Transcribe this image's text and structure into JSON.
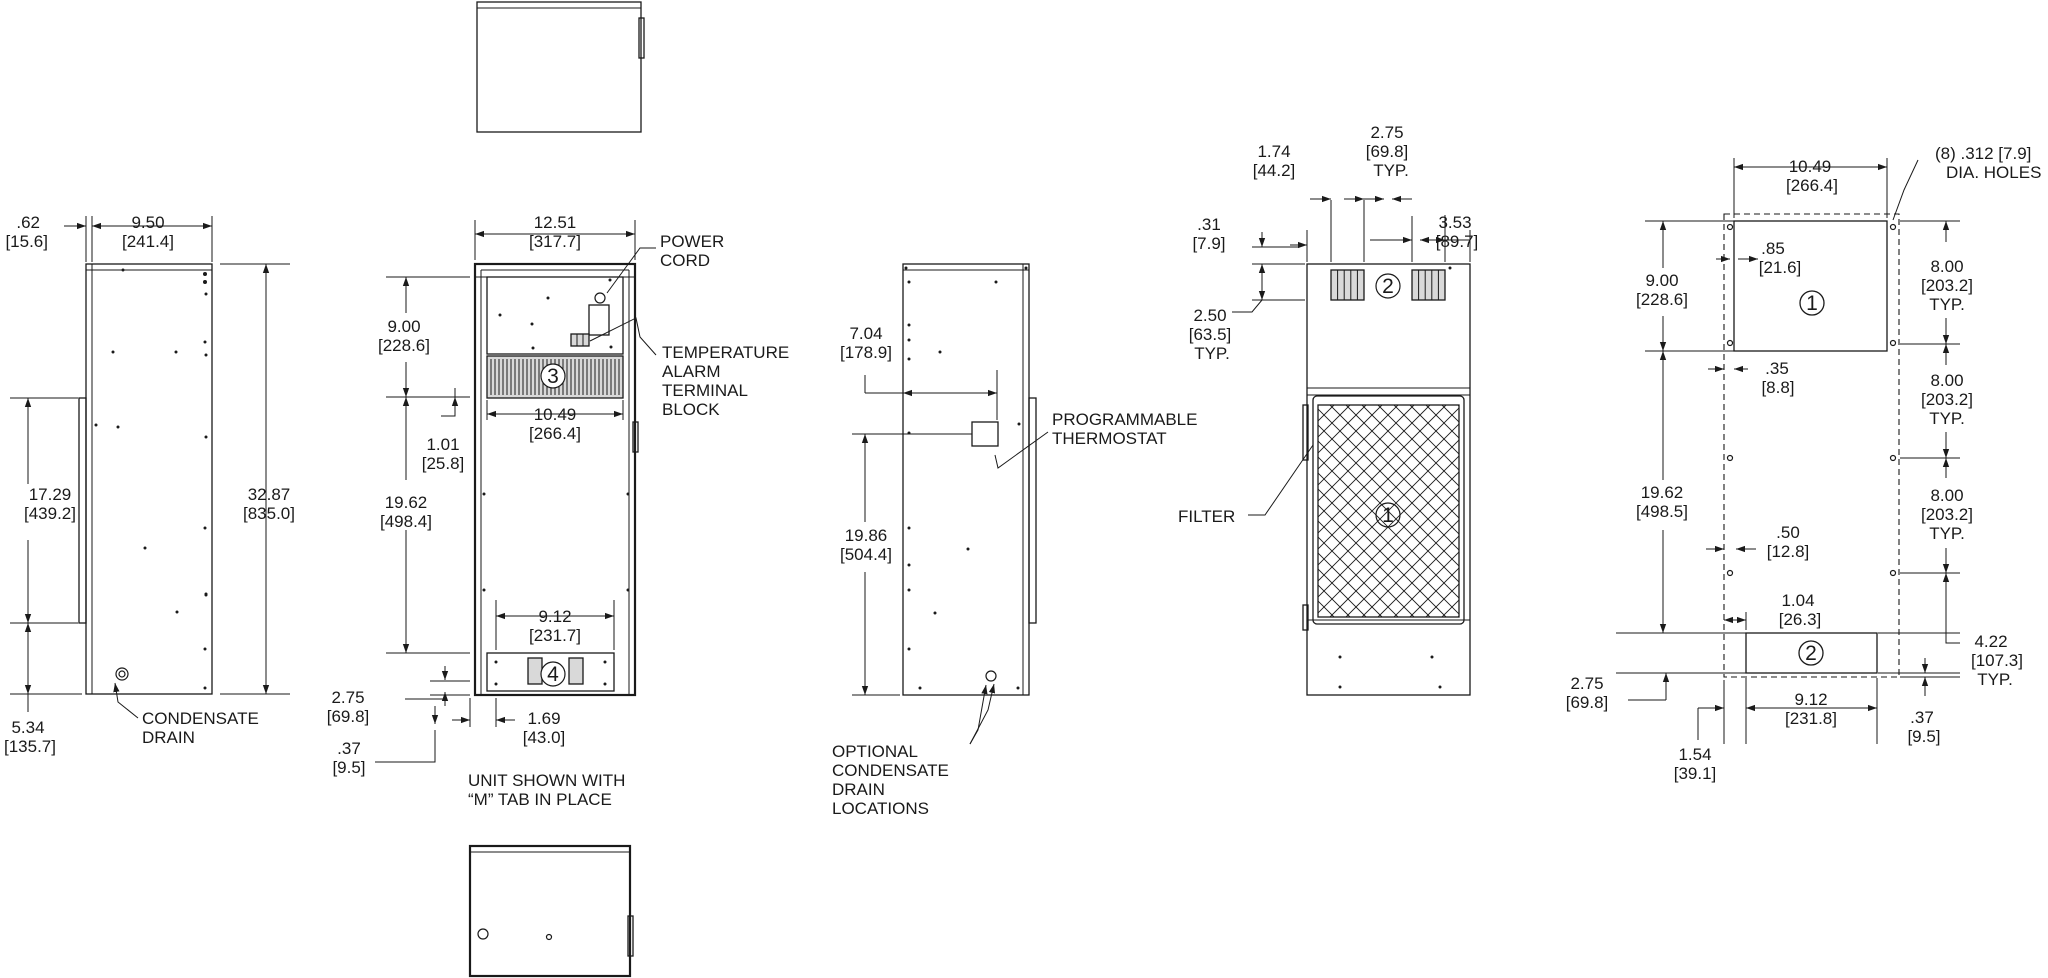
{
  "left_view": {
    "d062": ".62",
    "d062m": "[15.6]",
    "d950": "9.50",
    "d950m": "[241.4]",
    "d1729": "17.29",
    "d1729m": "[439.2]",
    "d3287": "32.87",
    "d3287m": "[835.0]",
    "d534": "5.34",
    "d534m": "[135.7]",
    "condensate_1": "CONDENSATE",
    "condensate_2": "DRAIN"
  },
  "front_view": {
    "d1251": "12.51",
    "d1251m": "[317.7]",
    "power_1": "POWER",
    "power_2": "CORD",
    "temp_1": "TEMPERATURE",
    "temp_2": "ALARM",
    "temp_3": "TERMINAL",
    "temp_4": "BLOCK",
    "d900": "9.00",
    "d900m": "[228.6]",
    "d101": "1.01",
    "d101m": "[25.8]",
    "d1049": "10.49",
    "d1049m": "[266.4]",
    "d1962": "19.62",
    "d1962m": "[498.4]",
    "d912": "9.12",
    "d912m": "[231.7]",
    "d275": "2.75",
    "d275m": "[69.8]",
    "d169": "1.69",
    "d169m": "[43.0]",
    "d037": ".37",
    "d037m": "[9.5]",
    "note_1": "UNIT SHOWN WITH",
    "note_2": "“M” TAB IN PLACE",
    "balloon_3": "3",
    "balloon_4": "4"
  },
  "side_view": {
    "d704": "7.04",
    "d704m": "[178.9]",
    "d1986": "19.86",
    "d1986m": "[504.4]",
    "thermo_1": "PROGRAMMABLE",
    "thermo_2": "THERMOSTAT",
    "opt_1": "OPTIONAL",
    "opt_2": "CONDENSATE",
    "opt_3": "DRAIN",
    "opt_4": "LOCATIONS"
  },
  "rear_view": {
    "d174": "1.74",
    "d174m": "[44.2]",
    "d275": "2.75",
    "d275m": "[69.8]",
    "d275t": "TYP.",
    "d031": ".31",
    "d031m": "[7.9]",
    "d353": "3.53",
    "d353m": "[89.7]",
    "d250": "2.50",
    "d250m": "[63.5]",
    "d250t": "TYP.",
    "filter": "FILTER",
    "balloon_1": "1",
    "balloon_2": "2"
  },
  "cutout_view": {
    "d1049": "10.49",
    "d1049m": "[266.4]",
    "holes_1": "(8) .312 [7.9]",
    "holes_2": "DIA. HOLES",
    "d900": "9.00",
    "d900m": "[228.6]",
    "d085": ".85",
    "d085m": "[21.6]",
    "d800a": "8.00",
    "d800am": "[203.2]",
    "d800at": "TYP.",
    "d800b": "8.00",
    "d800bm": "[203.2]",
    "d800bt": "TYP.",
    "d800c": "8.00",
    "d800cm": "[203.2]",
    "d800ct": "TYP.",
    "d035": ".35",
    "d035m": "[8.8]",
    "d1962": "19.62",
    "d1962m": "[498.5]",
    "d050": ".50",
    "d050m": "[12.8]",
    "d104": "1.04",
    "d104m": "[26.3]",
    "d422": "4.22",
    "d422m": "[107.3]",
    "d422t": "TYP.",
    "d275": "2.75",
    "d275m": "[69.8]",
    "d912": "9.12",
    "d912m": "[231.8]",
    "d037": ".37",
    "d037m": "[9.5]",
    "d154": "1.54",
    "d154m": "[39.1]",
    "balloon_1": "1",
    "balloon_2": "2"
  }
}
